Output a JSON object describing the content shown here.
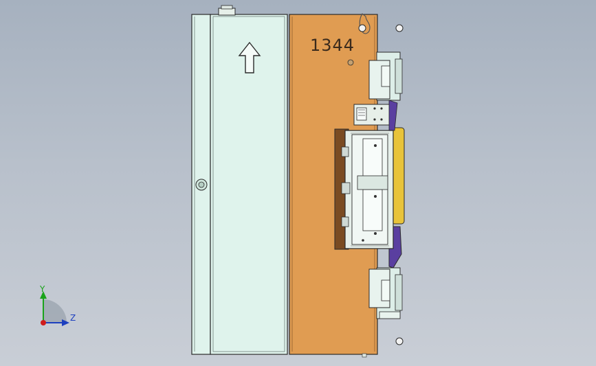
{
  "viewport": {
    "part_number_label": "1344",
    "colors": {
      "background_top": "#a6b1bf",
      "background_bottom": "#c9ced6",
      "side_panel": "#dff3ec",
      "copper_plate": "#e09c52",
      "outline": "#2a2a2a",
      "bracket": "#ddeee8",
      "accent_yellow": "#e8c33a",
      "accent_purple": "#5a3fa0"
    },
    "icons": {
      "direction_arrow": "up-arrow-icon",
      "knob": "knob-icon",
      "hook": "hook-icon"
    }
  },
  "triad": {
    "y_label": "Y",
    "z_label": "Z",
    "colors": {
      "y": "#1aa31a",
      "z": "#1d3fbf",
      "x": "#d01c1c"
    }
  }
}
